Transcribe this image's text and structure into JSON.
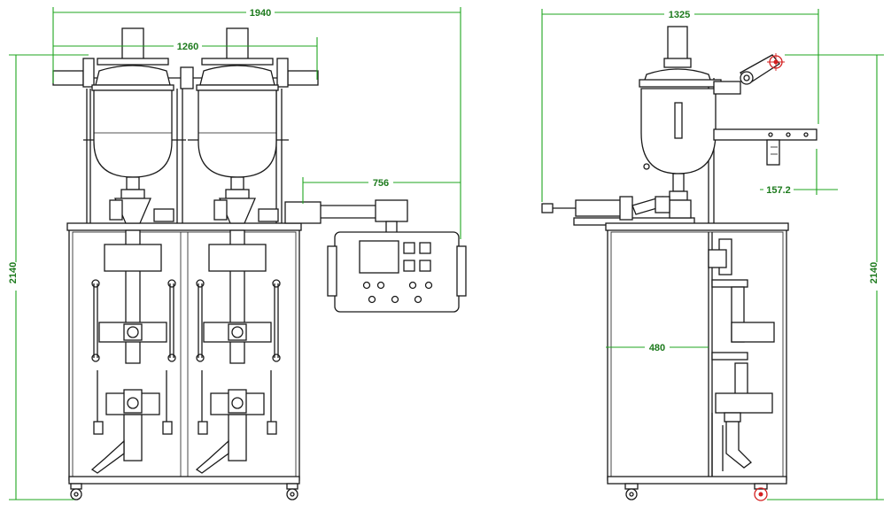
{
  "dimensions": {
    "front_total_width": "1940",
    "front_hopper_span": "1260",
    "front_height": "2140",
    "controller_reach": "756",
    "side_total_width": "1325",
    "side_arm_offset": "157.2",
    "side_height": "2140",
    "side_depth": "480"
  },
  "colors": {
    "dimension_line": "#1fa51f",
    "dimension_text": "#1c7a1c",
    "drawing_line": "#1a1a1a",
    "highlight": "#d42020"
  }
}
